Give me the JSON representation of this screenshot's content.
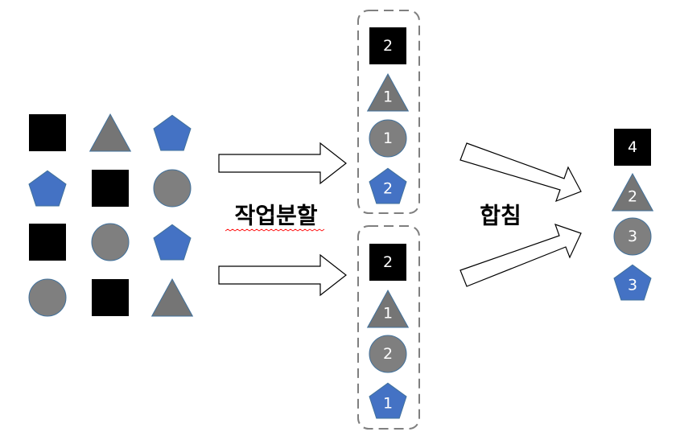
{
  "labels": {
    "split": "작업분할",
    "merge": "합침"
  },
  "colors": {
    "square": "#000000",
    "triangle": "#757575",
    "circle": "#7f7f7f",
    "pentagon": "#4472c4",
    "stroke": "#41719c",
    "box_dash": "#7f7f7f",
    "squiggle": "#ff0000"
  },
  "input_grid": [
    [
      "square",
      "triangle",
      "pentagon"
    ],
    [
      "pentagon",
      "square",
      "circle"
    ],
    [
      "square",
      "circle",
      "pentagon"
    ],
    [
      "circle",
      "square",
      "triangle"
    ]
  ],
  "partition_top": [
    {
      "shape": "square",
      "count": "2"
    },
    {
      "shape": "triangle",
      "count": "1"
    },
    {
      "shape": "circle",
      "count": "1"
    },
    {
      "shape": "pentagon",
      "count": "2"
    }
  ],
  "partition_bottom": [
    {
      "shape": "square",
      "count": "2"
    },
    {
      "shape": "triangle",
      "count": "1"
    },
    {
      "shape": "circle",
      "count": "2"
    },
    {
      "shape": "pentagon",
      "count": "1"
    }
  ],
  "result": [
    {
      "shape": "square",
      "count": "4"
    },
    {
      "shape": "triangle",
      "count": "2"
    },
    {
      "shape": "circle",
      "count": "3"
    },
    {
      "shape": "pentagon",
      "count": "3"
    }
  ]
}
